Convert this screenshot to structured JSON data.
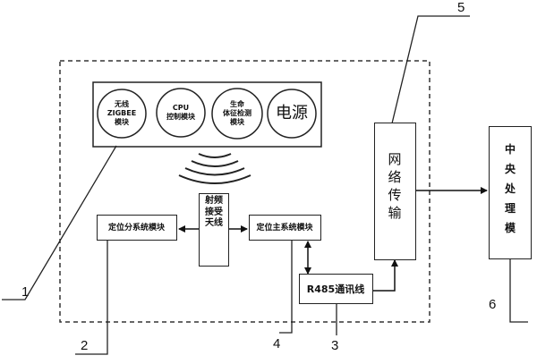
{
  "modules": {
    "zigbee": "无线\nZIGBEE\n模块",
    "cpu": "CPU\n控制模块",
    "vital": "生命\n体征检测\n模块",
    "power": "电源"
  },
  "blocks": {
    "sub_system": "定位分系统模块",
    "antenna": "射频接受天线",
    "main_system": "定位主系统模块",
    "network": "网络传输",
    "rs485": "R485通讯线",
    "central": "中央处理模"
  },
  "callouts": [
    "1",
    "2",
    "3",
    "4",
    "5",
    "6"
  ]
}
